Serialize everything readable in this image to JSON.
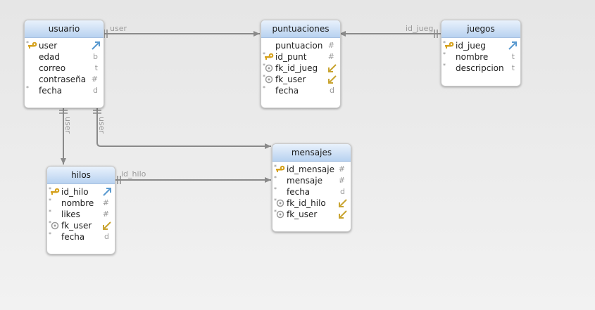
{
  "tables": {
    "usuario": {
      "title": "usuario",
      "fields": [
        {
          "name": "user",
          "type": ""
        },
        {
          "name": "edad",
          "type": "b"
        },
        {
          "name": "correo",
          "type": "t"
        },
        {
          "name": "contraseña",
          "type": "#"
        },
        {
          "name": "fecha",
          "type": "d"
        }
      ]
    },
    "puntuaciones": {
      "title": "puntuaciones",
      "fields": [
        {
          "name": "puntuacion",
          "type": "#"
        },
        {
          "name": "id_punt",
          "type": "#"
        },
        {
          "name": "fk_id_jueg",
          "type": ""
        },
        {
          "name": "fk_user",
          "type": ""
        },
        {
          "name": "fecha",
          "type": "d"
        }
      ]
    },
    "juegos": {
      "title": "juegos",
      "fields": [
        {
          "name": "id_jueg",
          "type": ""
        },
        {
          "name": "nombre",
          "type": "t"
        },
        {
          "name": "descripcion",
          "type": "t"
        }
      ]
    },
    "mensajes": {
      "title": "mensajes",
      "fields": [
        {
          "name": "id_mensaje",
          "type": "#"
        },
        {
          "name": "mensaje",
          "type": "#"
        },
        {
          "name": "fecha",
          "type": "d"
        },
        {
          "name": "fk_id_hilo",
          "type": ""
        },
        {
          "name": "fk_user",
          "type": ""
        }
      ]
    },
    "hilos": {
      "title": "hilos",
      "fields": [
        {
          "name": "id_hilo",
          "type": ""
        },
        {
          "name": "nombre",
          "type": "#"
        },
        {
          "name": "likes",
          "type": "#"
        },
        {
          "name": "fk_user",
          "type": ""
        },
        {
          "name": "fecha",
          "type": "d"
        }
      ]
    }
  },
  "relations": {
    "usuario_puntuaciones": "user",
    "juegos_puntuaciones": "id_jueg",
    "usuario_hilos": "user",
    "usuario_mensajes": "user",
    "hilos_mensajes": "id_hilo"
  },
  "colors": {
    "line": "#8a8a8a",
    "key": "#d6a21e",
    "fk_arrow": "#c9a431",
    "pk_arrow": "#5a9ad0"
  }
}
